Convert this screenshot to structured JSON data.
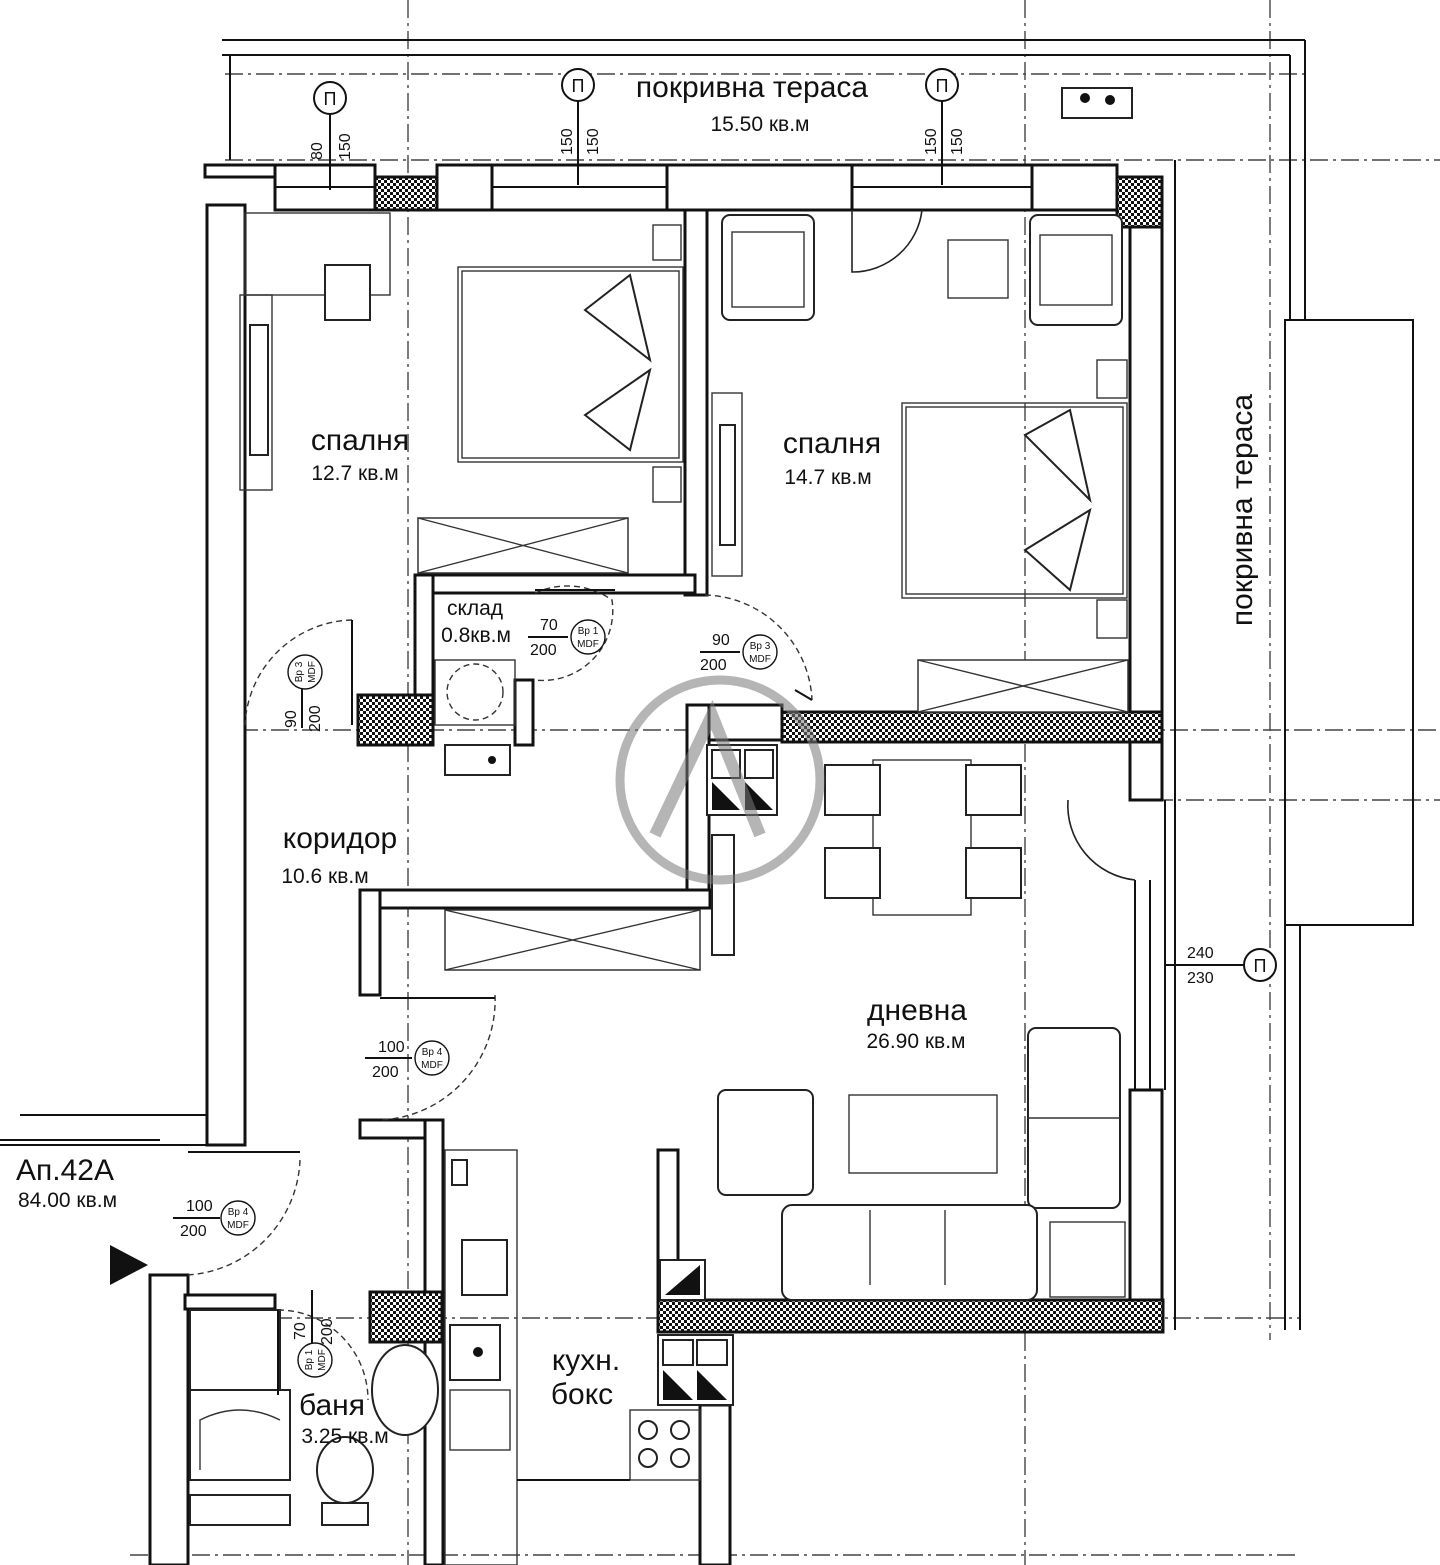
{
  "rooms": {
    "roof_terrace_top": {
      "name": "покривна тераса",
      "area": "15.50 кв.м"
    },
    "roof_terrace_right": {
      "name": "покривна тераса"
    },
    "bedroom_1": {
      "name": "спалня",
      "area": "12.7 кв.м"
    },
    "bedroom_2": {
      "name": "спалня",
      "area": "14.7 кв.м"
    },
    "storage": {
      "name": "склад",
      "area": "0.8кв.м"
    },
    "corridor": {
      "name": "коридор",
      "area": "10.6 кв.м"
    },
    "living": {
      "name": "дневна",
      "area": "26.90 кв.м"
    },
    "kitchen": {
      "name_line1": "кухн.",
      "name_line2": "бокс"
    },
    "bathroom": {
      "name": "баня",
      "area": "3.25 кв.м"
    }
  },
  "apartment": {
    "label": "Ап.42А",
    "area": "84.00 кв.м"
  },
  "dimensions": {
    "top_1a": "80",
    "top_1b": "150",
    "top_2a": "150",
    "top_2b": "150",
    "top_3a": "150",
    "top_3b": "150",
    "right_a": "240",
    "right_b": "230"
  },
  "window_tag": "П",
  "doors": [
    {
      "width": "70",
      "height": "200",
      "tag_a": "Вр 1",
      "tag_b": "MDF"
    },
    {
      "width": "90",
      "height": "200",
      "tag_a": "Вр 3",
      "tag_b": "MDF"
    },
    {
      "width": "90",
      "height": "200",
      "tag_a": "Вр 3",
      "tag_b": "MDF"
    },
    {
      "width": "100",
      "height": "200",
      "tag_a": "Вр 4",
      "tag_b": "MDF"
    },
    {
      "width": "100",
      "height": "200",
      "tag_a": "Вр 4",
      "tag_b": "MDF"
    },
    {
      "width": "70",
      "height": "200",
      "tag_a": "Вр 1",
      "tag_b": "MDF"
    }
  ],
  "colors": {
    "ink": "#111111",
    "watermark": "#7a7a7a"
  }
}
